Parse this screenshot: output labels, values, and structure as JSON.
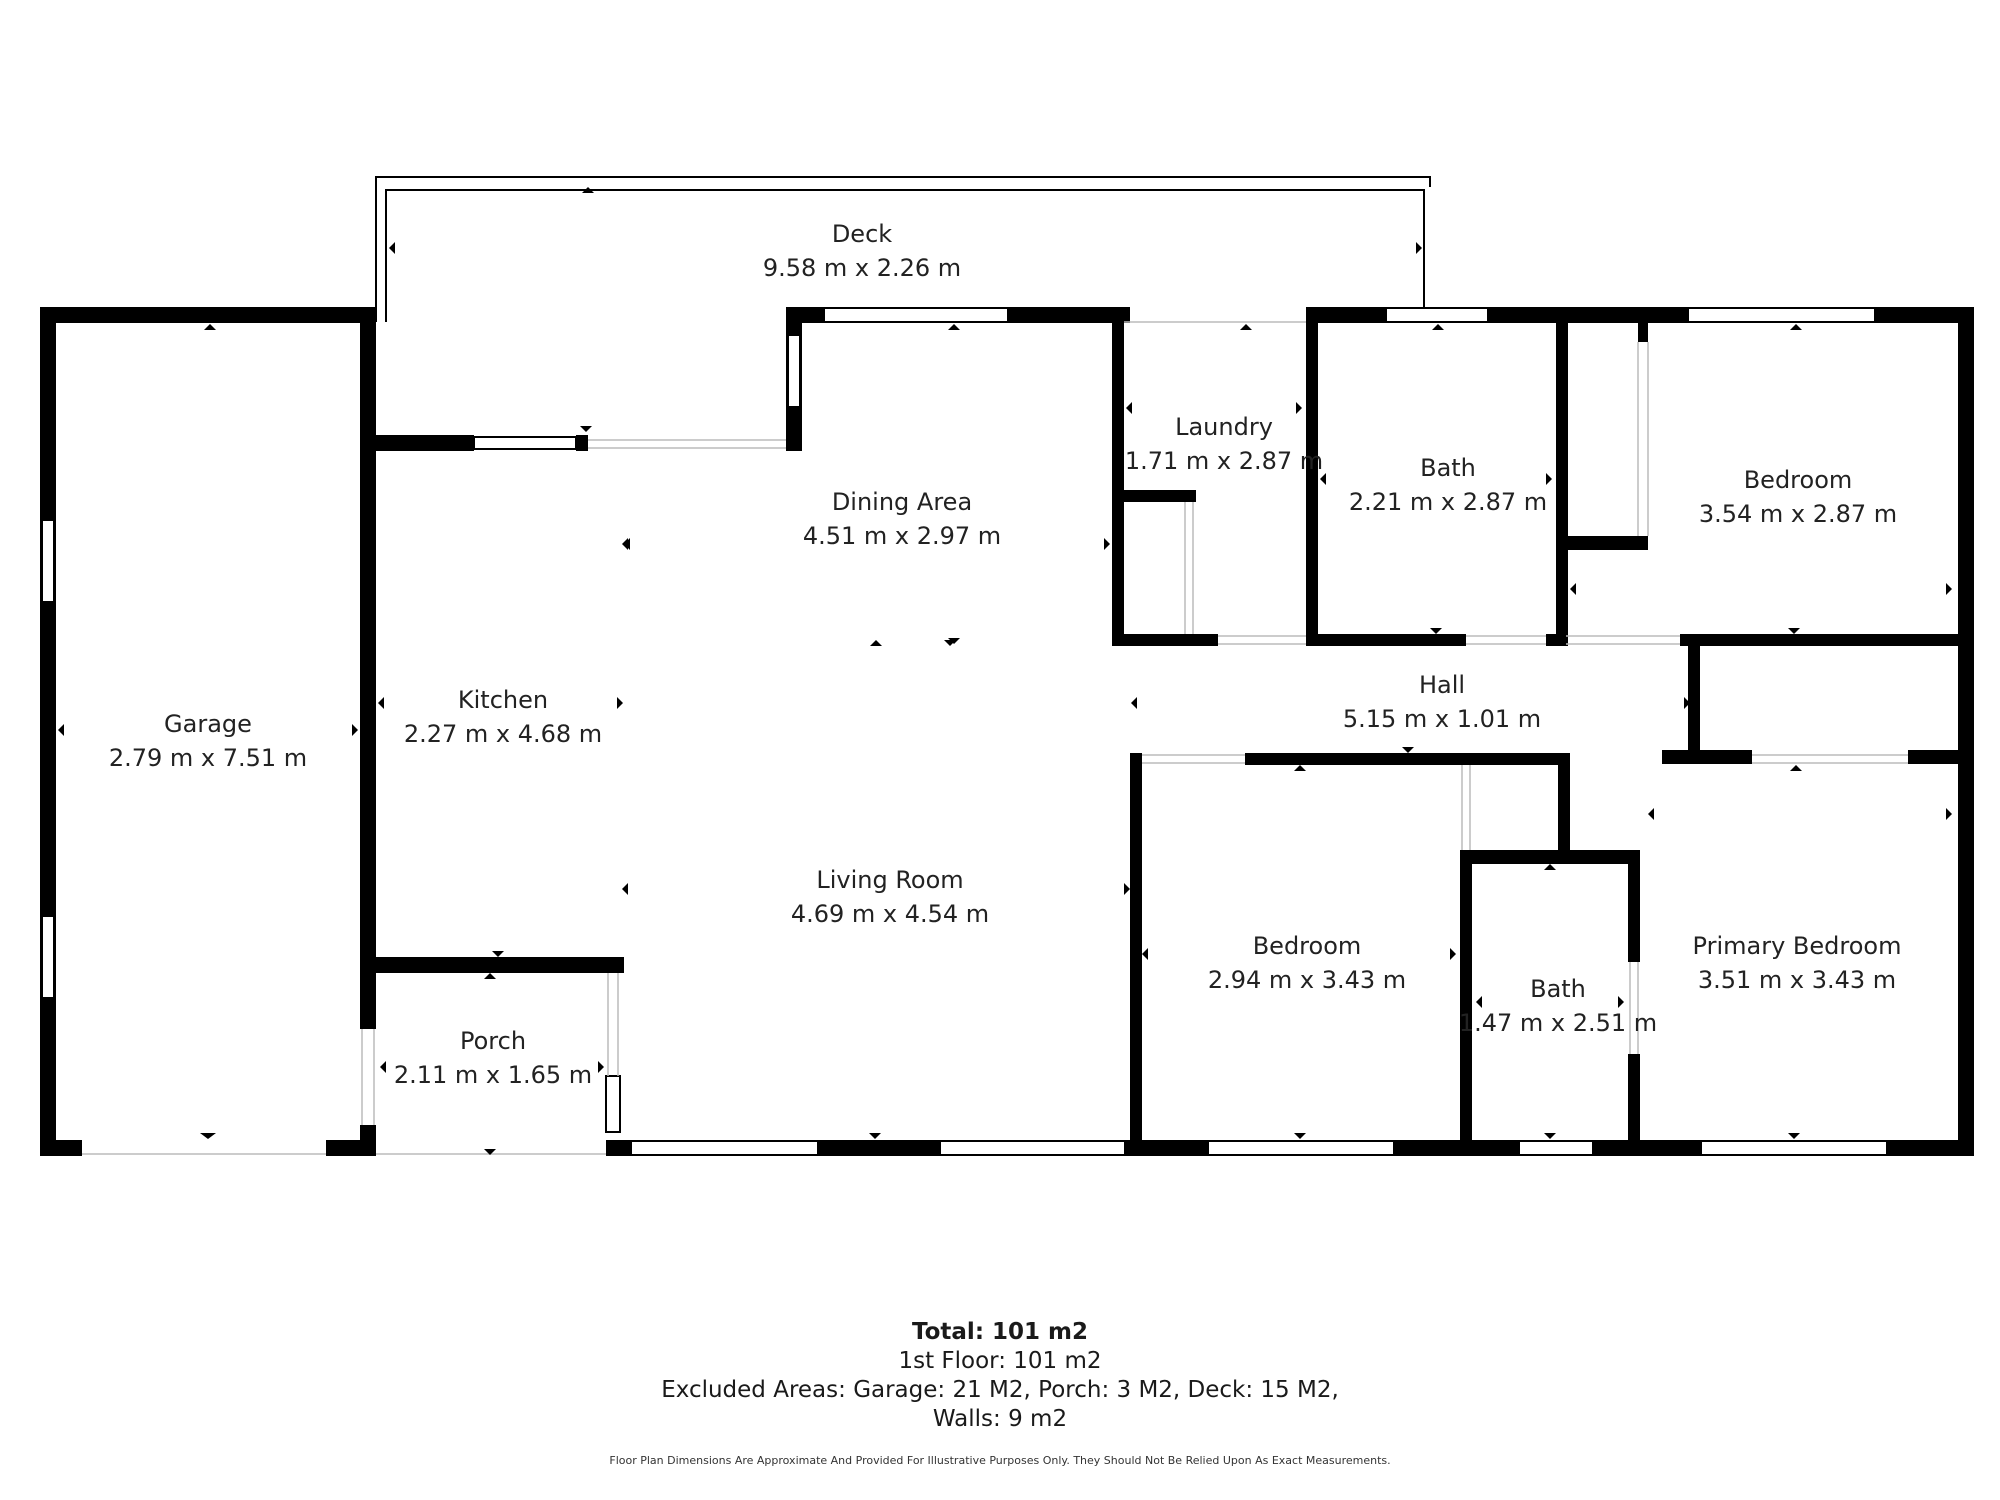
{
  "rooms": {
    "deck": {
      "name": "Deck",
      "dims": "9.58 m x 2.26 m"
    },
    "garage": {
      "name": "Garage",
      "dims": "2.79 m x 7.51 m"
    },
    "laundry": {
      "name": "Laundry",
      "dims": "1.71 m x 2.87 m"
    },
    "dining": {
      "name": "Dining Area",
      "dims": "4.51 m x 2.97 m"
    },
    "bath1": {
      "name": "Bath",
      "dims": "2.21 m x 2.87 m"
    },
    "bedroom1": {
      "name": "Bedroom",
      "dims": "3.54 m x 2.87 m"
    },
    "kitchen": {
      "name": "Kitchen",
      "dims": "2.27 m x 4.68 m"
    },
    "hall": {
      "name": "Hall",
      "dims": "5.15 m x 1.01 m"
    },
    "living": {
      "name": "Living Room",
      "dims": "4.69 m x 4.54 m"
    },
    "bedroom2": {
      "name": "Bedroom",
      "dims": "2.94 m x 3.43 m"
    },
    "bath2": {
      "name": "Bath",
      "dims": "1.47 m x 2.51 m"
    },
    "primary": {
      "name": "Primary Bedroom",
      "dims": "3.51 m x 3.43 m"
    },
    "porch": {
      "name": "Porch",
      "dims": "2.11 m x 1.65 m"
    }
  },
  "totals": {
    "total": "Total: 101 m2",
    "floor": "1st Floor: 101 m2",
    "excluded": "Excluded Areas: Garage: 21 M2, Porch: 3 M2, Deck: 15 M2,",
    "walls": "Walls: 9 m2"
  },
  "disclaimer": "Floor Plan Dimensions Are Approximate And Provided For Illustrative Purposes Only. They Should Not Be Relied Upon As Exact Measurements.",
  "colors": {
    "wall": "#000000",
    "background": "#ffffff",
    "window": "#ffffff"
  }
}
